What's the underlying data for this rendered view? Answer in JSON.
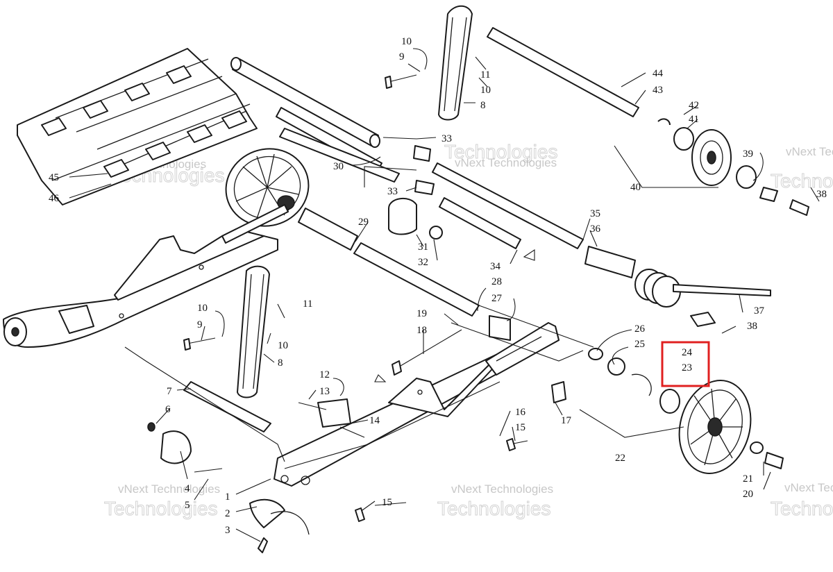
{
  "diagram": {
    "callouts": [
      {
        "id": "c10a",
        "text": "10"
      },
      {
        "id": "c9a",
        "text": "9"
      },
      {
        "id": "c11a",
        "text": "11"
      },
      {
        "id": "c10b",
        "text": "10"
      },
      {
        "id": "c8a",
        "text": "8"
      },
      {
        "id": "c44",
        "text": "44"
      },
      {
        "id": "c43",
        "text": "43"
      },
      {
        "id": "c42",
        "text": "42"
      },
      {
        "id": "c41",
        "text": "41"
      },
      {
        "id": "c39",
        "text": "39"
      },
      {
        "id": "c40",
        "text": "40"
      },
      {
        "id": "c38a",
        "text": "38"
      },
      {
        "id": "c33a",
        "text": "33"
      },
      {
        "id": "c30",
        "text": "30"
      },
      {
        "id": "c33b",
        "text": "33"
      },
      {
        "id": "c45",
        "text": "45"
      },
      {
        "id": "c46",
        "text": "46"
      },
      {
        "id": "c29",
        "text": "29"
      },
      {
        "id": "c31",
        "text": "31"
      },
      {
        "id": "c32",
        "text": "32"
      },
      {
        "id": "c34",
        "text": "34"
      },
      {
        "id": "c35",
        "text": "35"
      },
      {
        "id": "c36",
        "text": "36"
      },
      {
        "id": "c37",
        "text": "37"
      },
      {
        "id": "c38b",
        "text": "38"
      },
      {
        "id": "c28",
        "text": "28"
      },
      {
        "id": "c27",
        "text": "27"
      },
      {
        "id": "c26",
        "text": "26"
      },
      {
        "id": "c25",
        "text": "25"
      },
      {
        "id": "c24",
        "text": "24"
      },
      {
        "id": "c23",
        "text": "23"
      },
      {
        "id": "c22",
        "text": "22"
      },
      {
        "id": "c21",
        "text": "21"
      },
      {
        "id": "c20",
        "text": "20"
      },
      {
        "id": "c19",
        "text": "19"
      },
      {
        "id": "c18",
        "text": "18"
      },
      {
        "id": "c17",
        "text": "17"
      },
      {
        "id": "c16",
        "text": "16"
      },
      {
        "id": "c15a",
        "text": "15"
      },
      {
        "id": "c15b",
        "text": "15"
      },
      {
        "id": "c14",
        "text": "14"
      },
      {
        "id": "c13",
        "text": "13"
      },
      {
        "id": "c12",
        "text": "12"
      },
      {
        "id": "c11b",
        "text": "11"
      },
      {
        "id": "c10c",
        "text": "10"
      },
      {
        "id": "c10d",
        "text": "10"
      },
      {
        "id": "c9b",
        "text": "9"
      },
      {
        "id": "c8b",
        "text": "8"
      },
      {
        "id": "c7",
        "text": "7"
      },
      {
        "id": "c6",
        "text": "6"
      },
      {
        "id": "c4",
        "text": "4"
      },
      {
        "id": "c5",
        "text": "5"
      },
      {
        "id": "c1",
        "text": "1"
      },
      {
        "id": "c2",
        "text": "2"
      },
      {
        "id": "c3",
        "text": "3"
      }
    ],
    "watermark": {
      "line1": "vNext Technologies",
      "line2": "Technologies"
    },
    "highlight_color": "#e02020"
  }
}
